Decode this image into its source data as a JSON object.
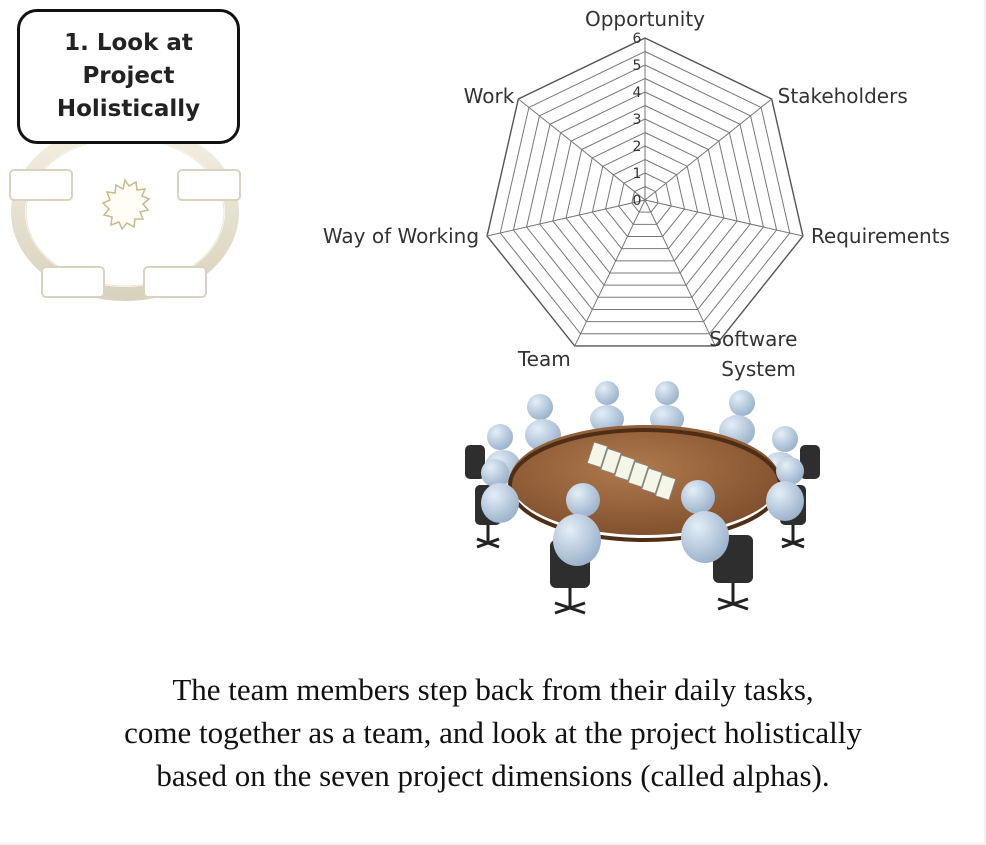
{
  "step": {
    "title": "1. Look at\nProject\nHolistically"
  },
  "radar": {
    "axes": [
      "Opportunity",
      "Stakeholders",
      "Requirements",
      "Software\nSystem",
      "Team",
      "Way of Working",
      "Work"
    ],
    "ticks": [
      "0",
      "1",
      "2",
      "3",
      "4",
      "5",
      "6"
    ],
    "max": 6
  },
  "caption": {
    "line1": "The team members step back from their daily tasks,",
    "line2": "come together as a team, and look at the project holistically",
    "line3": "based on the seven project dimensions (called alphas)."
  }
}
